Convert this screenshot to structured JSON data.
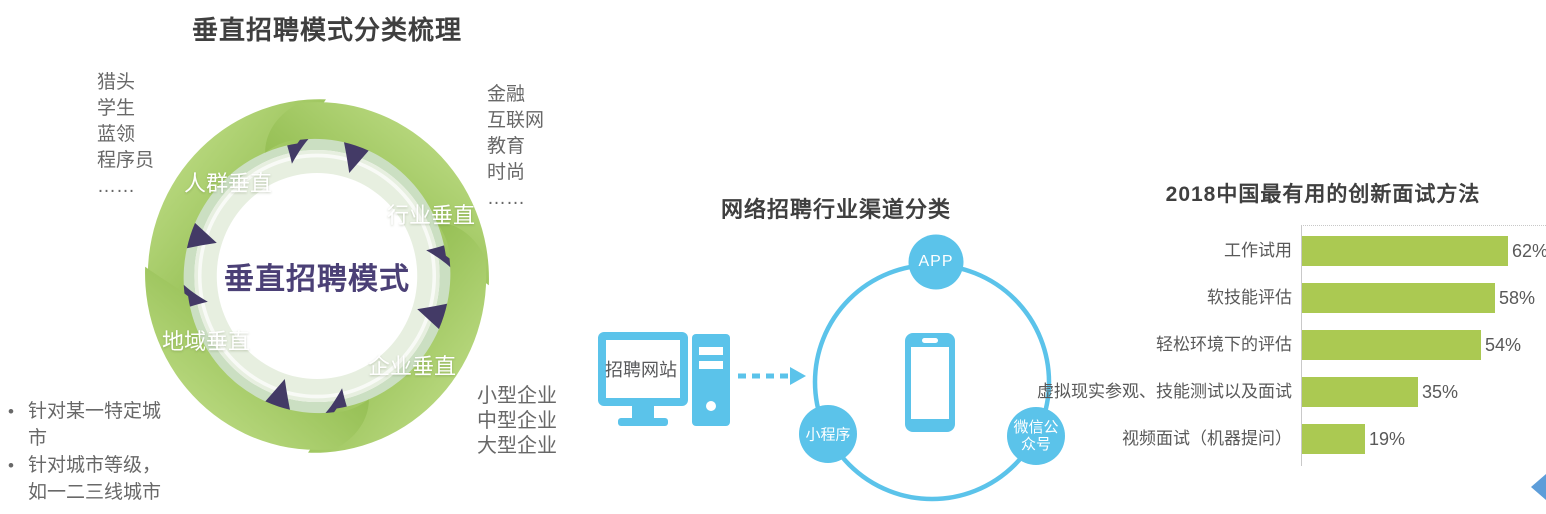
{
  "left_panel": {
    "title": "垂直招聘模式分类梳理",
    "center_label": "垂直招聘模式",
    "segments": [
      "人群垂直",
      "行业垂直",
      "地域垂直",
      "企业垂直"
    ],
    "crowd_examples": [
      "猎头",
      "学生",
      "蓝领",
      "程序员",
      "……"
    ],
    "industry_examples": [
      "金融",
      "互联网",
      "教育",
      "时尚",
      "……"
    ],
    "company_examples": [
      "小型企业",
      "中型企业",
      "大型企业"
    ],
    "region_bullets": [
      "针对某一特定城市",
      "针对城市等级，如一二三线城市"
    ]
  },
  "middle_panel": {
    "title": "网络招聘行业渠道分类",
    "source_label": "招聘网站",
    "channels": [
      "APP",
      "小程序",
      "微信公众号"
    ]
  },
  "chart_data": {
    "type": "bar",
    "orientation": "horizontal",
    "title": "2018中国最有用的创新面试方法",
    "categories": [
      "工作试用",
      "软技能评估",
      "轻松环境下的评估",
      "虚拟现实参观、技能测试以及面试",
      "视频面试（机器提问）"
    ],
    "values": [
      62,
      58,
      54,
      35,
      19
    ],
    "unit": "%",
    "xlim": [
      0,
      70
    ],
    "grid": "top-dotted-line-only",
    "value_label_position": "end-of-bar",
    "bar_color": "#abc952"
  },
  "colors": {
    "diagram_blue": "#5bc3ea",
    "bar_green": "#abc952",
    "leaf_green_light": "#c9e493",
    "leaf_green_dark": "#7fae3a",
    "purple_accent": "#433a66",
    "ring_pale_green": "#cbdfc2",
    "center_text_purple": "#4b4076",
    "nav_arrow_blue": "#5d9dd9",
    "title_dark": "#3f3f3f",
    "body_gray": "#686868"
  }
}
